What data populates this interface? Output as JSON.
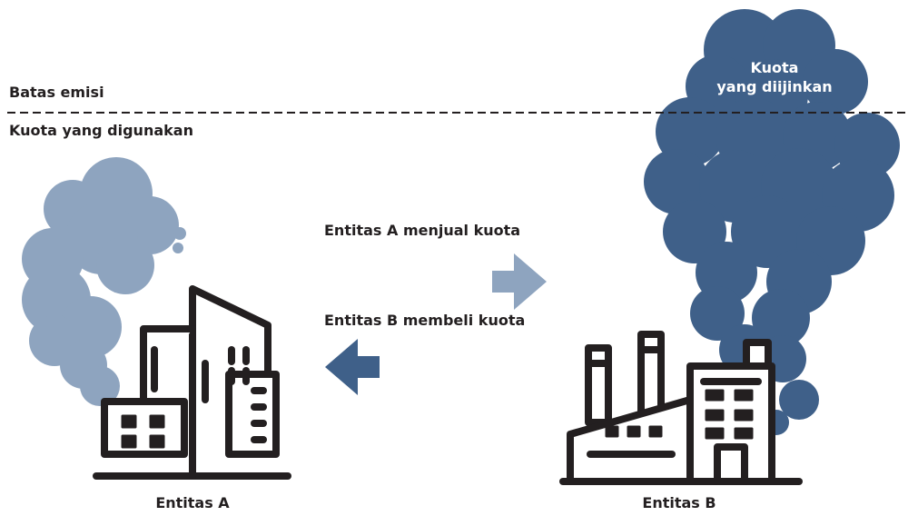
{
  "labels": {
    "emission_limit": "Batas emisi",
    "quota_used": "Kuota yang digunakan",
    "sell_text": "Entitas A menjual kuota",
    "buy_text": "Entitas B membeli kuota",
    "entity_a": "Entitas A",
    "entity_b": "Entitas B",
    "allowed_quota_line1": "Kuota",
    "allowed_quota_line2": "yang diijinkan"
  },
  "colors": {
    "smoke_light": "#8ea4bf",
    "smoke_dark": "#3f6089",
    "arrow_light": "#8ea4bf",
    "arrow_dark": "#3f6089",
    "outline": "#231f20"
  },
  "icons": [
    "office-buildings-icon",
    "factory-icon",
    "right-arrow-icon",
    "left-arrow-icon"
  ]
}
